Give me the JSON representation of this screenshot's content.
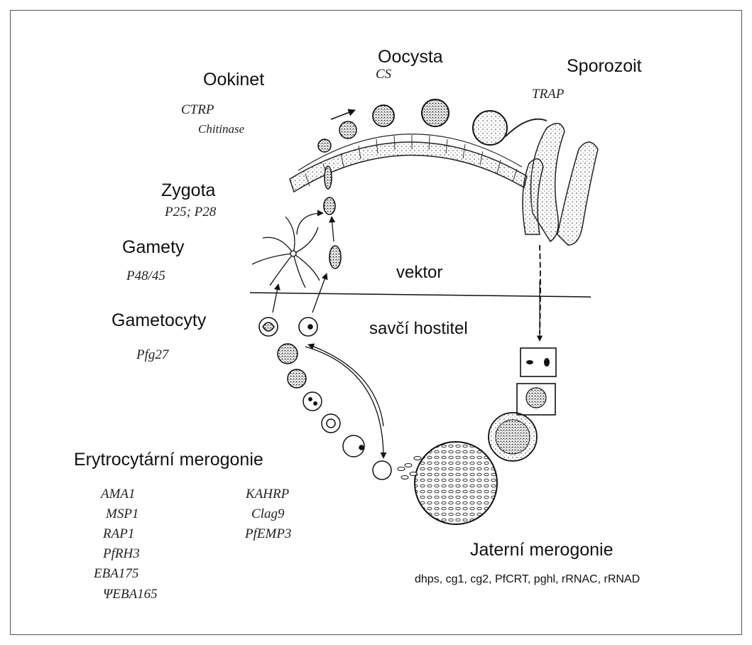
{
  "stages": {
    "oocysta": "Oocysta",
    "sporozoit": "Sporozoit",
    "ookinet": "Ookinet",
    "zygota": "Zygota",
    "gamety": "Gamety",
    "gametocyty": "Gametocyty",
    "erytrocytarni": "Erytrocytární merogonie",
    "jaterni": "Jaterní merogonie"
  },
  "genes": {
    "oocysta": "CS",
    "sporozoit": "TRAP",
    "ookinet": [
      "CTRP",
      "Chitinase"
    ],
    "zygota": "P25; P28",
    "gamety": "P48/45",
    "gametocyty": "Pfg27",
    "erytrocytarni_left": [
      "AMA1",
      "MSP1",
      "RAP1",
      "PfRH3",
      "EBA175",
      "ΨEBA165"
    ],
    "erytrocytarni_right": [
      "KAHRP",
      "Clag9",
      "PfEMP3"
    ],
    "jaterni": "dhps, cg1, cg2, PfCRT, pghl, rRNAC, rRNAD"
  },
  "hosts": {
    "vector": "vektor",
    "mammal": "savčí hostitel"
  },
  "colors": {
    "ink": "#111111",
    "frame": "#555555",
    "stipple": "#666666"
  }
}
